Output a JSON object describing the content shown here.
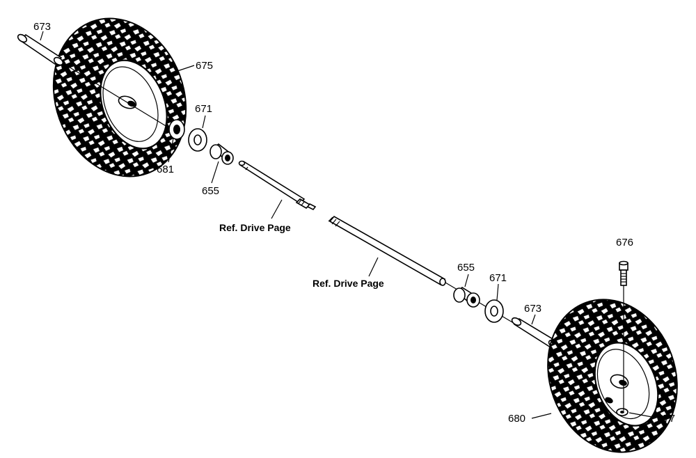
{
  "diagram": {
    "callouts": {
      "p673_left": "673",
      "p675": "675",
      "p671_left": "671",
      "p681": "681",
      "p655_left": "655",
      "p676": "676",
      "p655_right": "655",
      "p671_right": "671",
      "p673_right": "673",
      "p680": "680",
      "p677": "677"
    },
    "references": {
      "drive_left": "Ref. Drive Page",
      "drive_right": "Ref. Drive Page"
    }
  }
}
